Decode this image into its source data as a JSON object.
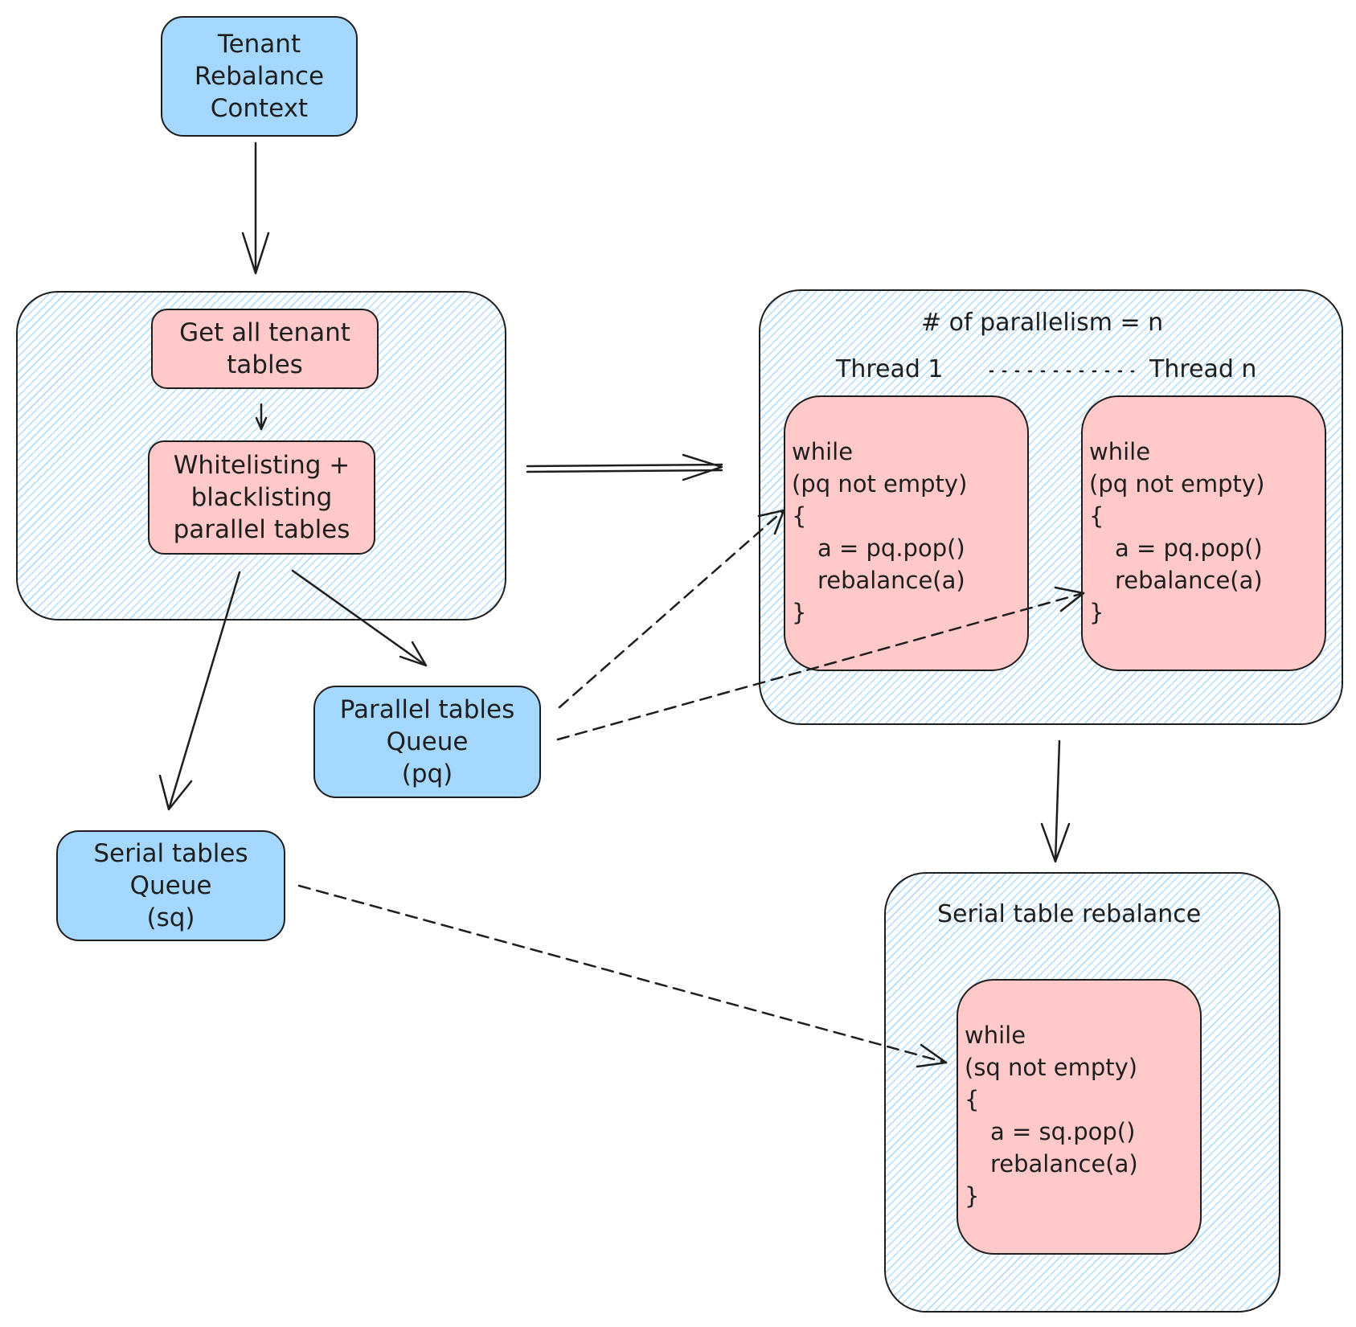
{
  "nodes": {
    "tenant_context": [
      "Tenant",
      "Rebalance",
      "Context"
    ],
    "get_tables": [
      "Get all tenant",
      "tables"
    ],
    "whitelisting": [
      "Whitelisting +",
      "blacklisting",
      "parallel tables"
    ],
    "parallel_queue": [
      "Parallel tables",
      "Queue",
      "(pq)"
    ],
    "serial_queue": [
      "Serial tables",
      "Queue",
      "(sq)"
    ]
  },
  "parallel_group": {
    "title": "# of parallelism = n",
    "thread_1_label": "Thread 1",
    "thread_n_label": "Thread n",
    "thread_1_code": [
      "while",
      "(pq not empty)",
      "{",
      "a = pq.pop()",
      "rebalance(a)",
      "}"
    ],
    "thread_n_code": [
      "while",
      "(pq not empty)",
      "{",
      "a = pq.pop()",
      "rebalance(a)",
      "}"
    ]
  },
  "serial_group": {
    "title": "Serial table rebalance",
    "code": [
      "while",
      "(sq not empty)",
      "{",
      "a = sq.pop()",
      "rebalance(a)",
      "}"
    ]
  },
  "colors": {
    "blue_fill": "#a5d8ff",
    "pink_fill": "#ffc9c9",
    "hatch": "#74c0fc",
    "stroke": "#1e1e1e"
  }
}
